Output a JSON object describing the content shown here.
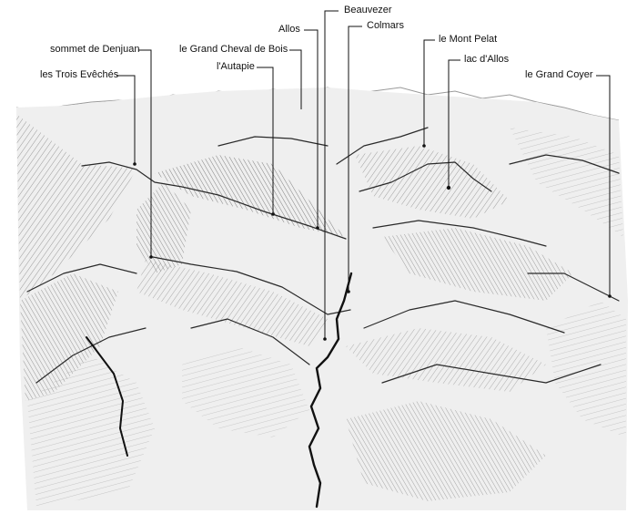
{
  "labels": {
    "beauvezer": "Beauvezer",
    "allos": "Allos",
    "colmars": "Colmars",
    "sommet_de_denjuan": "sommet de Denjuan",
    "le_grand_cheval_de_bois": "le Grand Cheval de Bois",
    "le_mont_pelat": "le Mont Pelat",
    "lac_d_allos": "lac d'Allos",
    "l_autapie": "l'Autapie",
    "les_trois_eveches": "les Trois Evêchés",
    "le_grand_coyer": "le Grand Coyer"
  },
  "colors": {
    "ink": "#111111",
    "pencil_dark": "#2a2a2a",
    "pencil_mid": "#6f6f6f",
    "pencil_light": "#a8a8a8",
    "shade": "#d9d9d9",
    "paper": "#ffffff"
  }
}
